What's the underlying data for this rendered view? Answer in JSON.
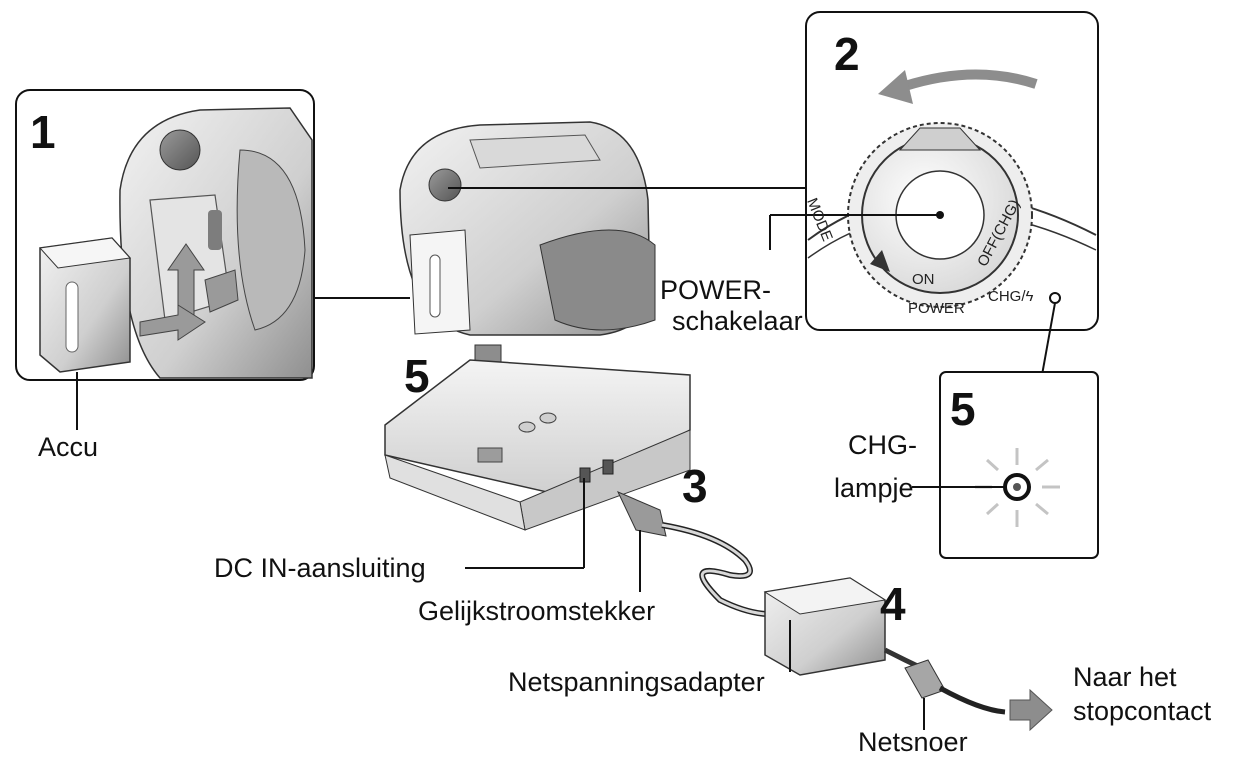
{
  "steps": {
    "s1": "1",
    "s2": "2",
    "s3": "3",
    "s4": "4",
    "s5_dock": "5",
    "s5_lamp": "5"
  },
  "labels": {
    "accu": "Accu",
    "power_switch_line1": "POWER-",
    "power_switch_line2": "schakelaar",
    "chg_lamp_line1": "CHG-",
    "chg_lamp_line2": "lampje",
    "dc_in": "DC IN-aansluiting",
    "dc_plug": "Gelijkstroomstekker",
    "ac_adapter": "Netspanningsadapter",
    "power_cord": "Netsnoer",
    "to_outlet_line1": "Naar het",
    "to_outlet_line2": "stopcontact"
  },
  "dial_markings": {
    "mode": "MODE",
    "on": "ON",
    "off": "OFF(CHG)",
    "power": "POWER",
    "chg": "CHG/ϟ"
  },
  "colors": {
    "line": "#111111",
    "arrow_gray": "#8a8a8a",
    "device_light": "#e6e6e6",
    "device_mid": "#bdbdbd",
    "device_dark": "#7a7a7a"
  },
  "icons": {
    "camcorder": "camcorder-icon",
    "battery": "battery-icon",
    "dock": "handycam-station-icon",
    "adapter": "ac-adapter-icon",
    "dial": "power-dial-icon",
    "lamp": "chg-lamp-icon"
  }
}
